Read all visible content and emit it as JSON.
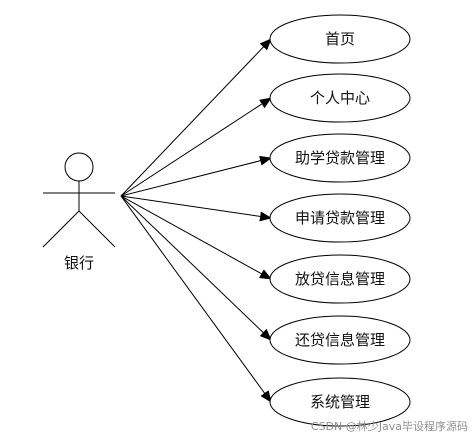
{
  "actor": {
    "label": "银行"
  },
  "use_cases": [
    {
      "label": "首页"
    },
    {
      "label": "个人中心"
    },
    {
      "label": "助学贷款管理"
    },
    {
      "label": "申请贷款管理"
    },
    {
      "label": "放贷信息管理"
    },
    {
      "label": "还贷信息管理"
    },
    {
      "label": "系统管理"
    }
  ],
  "watermark": "CSDN @林少Java毕设程序源码"
}
